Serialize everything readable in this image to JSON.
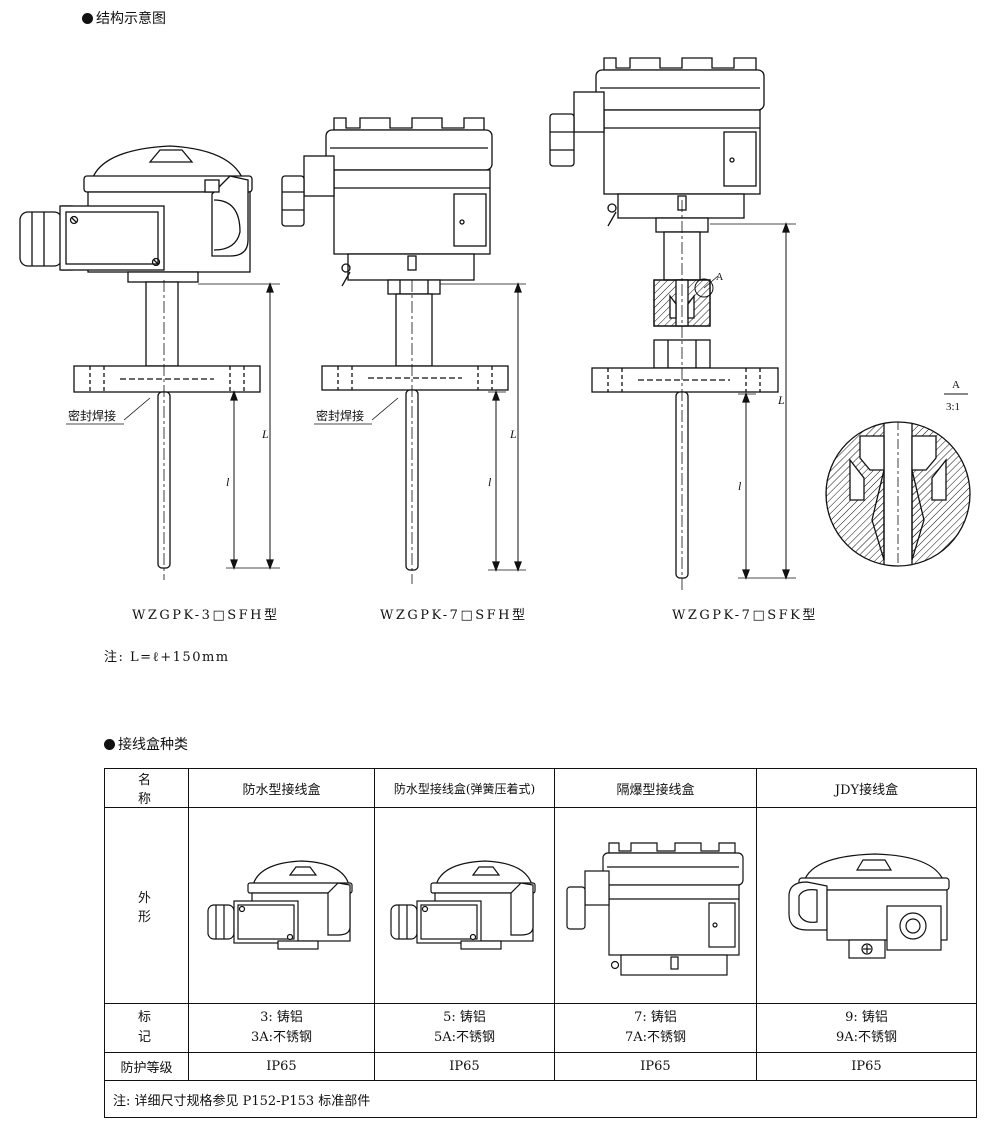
{
  "sections": {
    "structure_title": "结构示意图",
    "box_types_title": "接线盒种类"
  },
  "diagram": {
    "models": [
      "WZGPK-3□SFH型",
      "WZGPK-7□SFH型",
      "WZGPK-7□SFK型"
    ],
    "weld_label": "密封焊接",
    "dim_L": "L",
    "dim_l": "l",
    "detail_ref": "A",
    "detail_scale_ref": "A",
    "detail_scale": "3:1",
    "note": "注: L=ℓ+150mm"
  },
  "table": {
    "header_label": "名 称",
    "columns": [
      "防水型接线盒",
      "防水型接线盒(弹簧压着式)",
      "隔爆型接线盒",
      "JDY接线盒"
    ],
    "shape_label": "外 形",
    "mark_label": "标 记",
    "marks": [
      {
        "a": "3: 铸铝",
        "b": "3A:不锈钢"
      },
      {
        "a": "5: 铸铝",
        "b": "5A:不锈钢"
      },
      {
        "a": "7: 铸铝",
        "b": "7A:不锈钢"
      },
      {
        "a": "9: 铸铝",
        "b": "9A:不锈钢"
      }
    ],
    "protection_label": "防护等级",
    "protection": [
      "IP65",
      "IP65",
      "IP65",
      "IP65"
    ],
    "footnote": "注: 详细尺寸规格参见 P152-P153 标准部件"
  }
}
